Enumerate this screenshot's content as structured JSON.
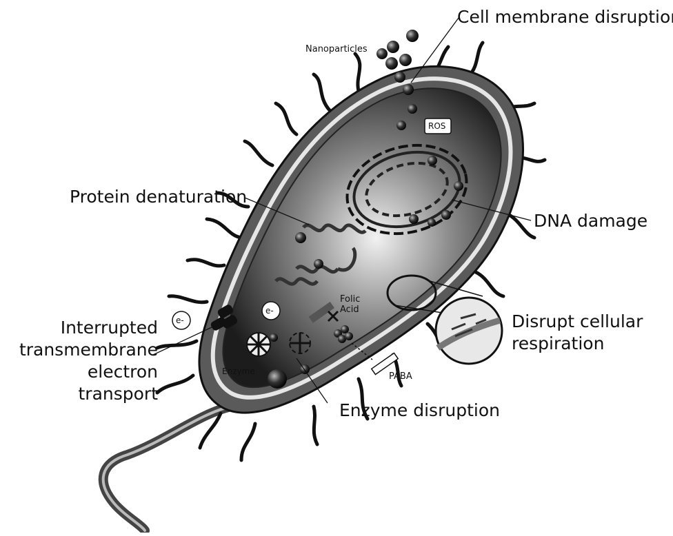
{
  "labels": {
    "cell_membrane_disruption": "Cell membrane disruption",
    "nanoparticles": "Nanoparticles",
    "ros": "ROS",
    "protein_denaturation": "Protein denaturation",
    "dna_damage": "DNA damage",
    "electron_transport": [
      "Interrupted",
      "transmembrane",
      "electron",
      "transport"
    ],
    "electron_1": "e-",
    "electron_2": "e-",
    "folic_acid": [
      "Folic",
      "Acid"
    ],
    "enzyme": "Enzyme",
    "paba": "PABA",
    "enzyme_disruption": "Enzyme disruption",
    "cellular_respiration": [
      "Disrupt cellular",
      "respiration"
    ]
  },
  "colors": {
    "ink": "#111111",
    "cell_dark": "#2a2a2a",
    "cell_light": "#d9d9d9",
    "background": "#ffffff"
  }
}
